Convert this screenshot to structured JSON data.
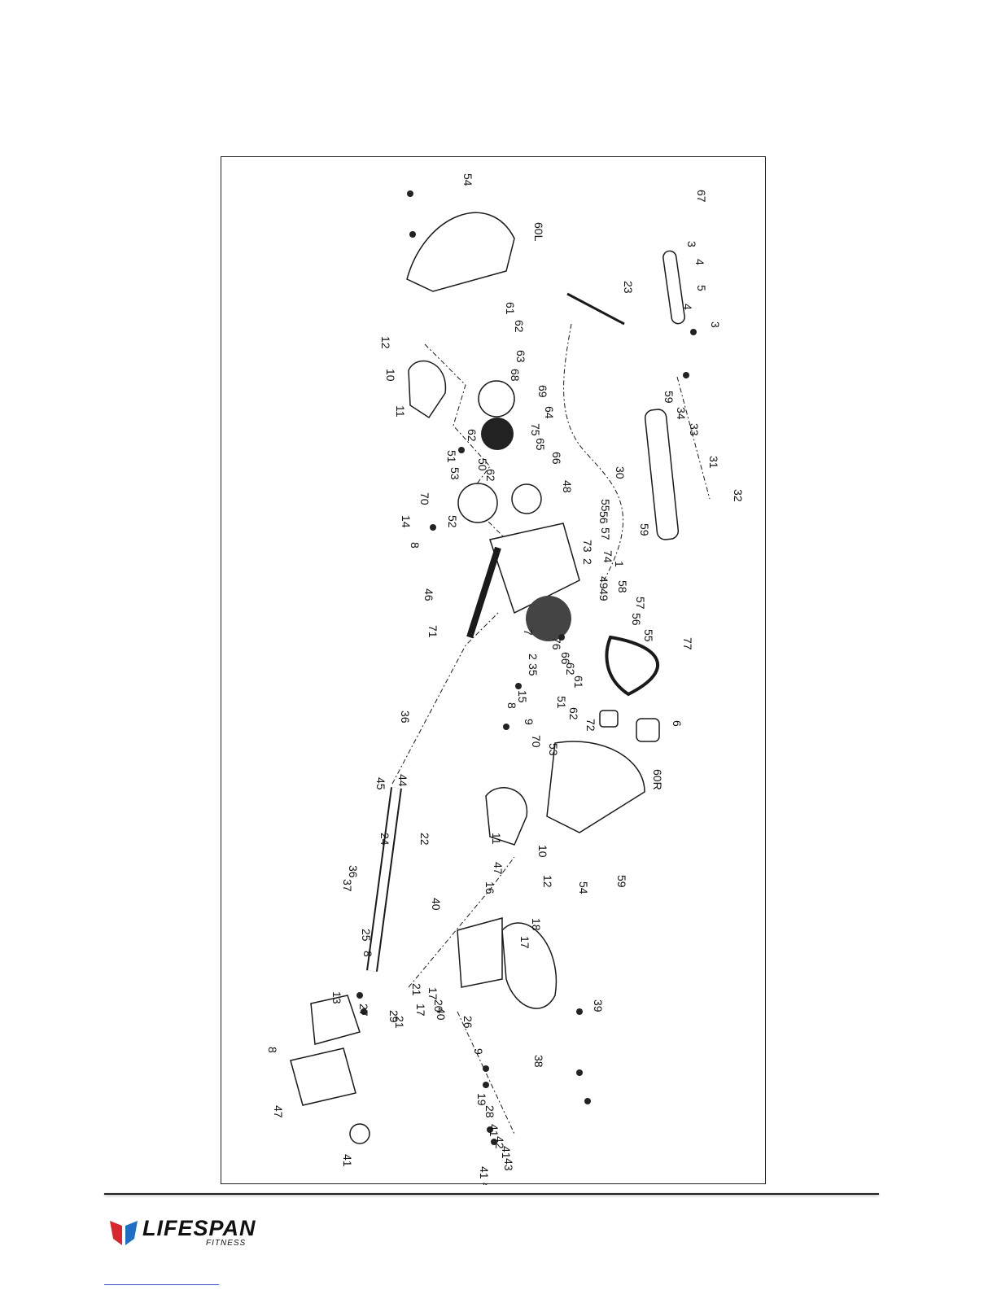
{
  "diagram": {
    "part_labels": [
      "54",
      "60L",
      "3",
      "4",
      "5",
      "4",
      "3",
      "23",
      "61",
      "62",
      "63",
      "68",
      "69",
      "64",
      "75",
      "65",
      "66",
      "12",
      "10",
      "11",
      "62",
      "51",
      "50",
      "62",
      "53",
      "70",
      "14",
      "52",
      "8",
      "48",
      "55",
      "56",
      "57",
      "73",
      "74",
      "1",
      "49",
      "49",
      "58",
      "57",
      "56",
      "55",
      "59",
      "34",
      "33",
      "30",
      "31",
      "32",
      "59",
      "46",
      "71",
      "7",
      "2",
      "76",
      "66",
      "62",
      "61",
      "77",
      "35",
      "15",
      "8",
      "9",
      "70",
      "51",
      "62",
      "53",
      "72",
      "6",
      "36",
      "44",
      "45",
      "24",
      "22",
      "60R",
      "11",
      "10",
      "12",
      "54",
      "59",
      "47",
      "36",
      "37",
      "25",
      "8",
      "40",
      "16",
      "18",
      "17",
      "21",
      "17",
      "20",
      "17",
      "21",
      "40",
      "26",
      "39",
      "13",
      "27",
      "29",
      "8",
      "9",
      "38",
      "47",
      "19",
      "28",
      "41",
      "42",
      "41",
      "43",
      "41",
      "42",
      "41",
      "2",
      "67"
    ]
  },
  "brand": {
    "name": "LIFESPAN",
    "sub": "FITNESS",
    "colors": {
      "red": "#d7262e",
      "blue": "#1e6fc4"
    }
  }
}
